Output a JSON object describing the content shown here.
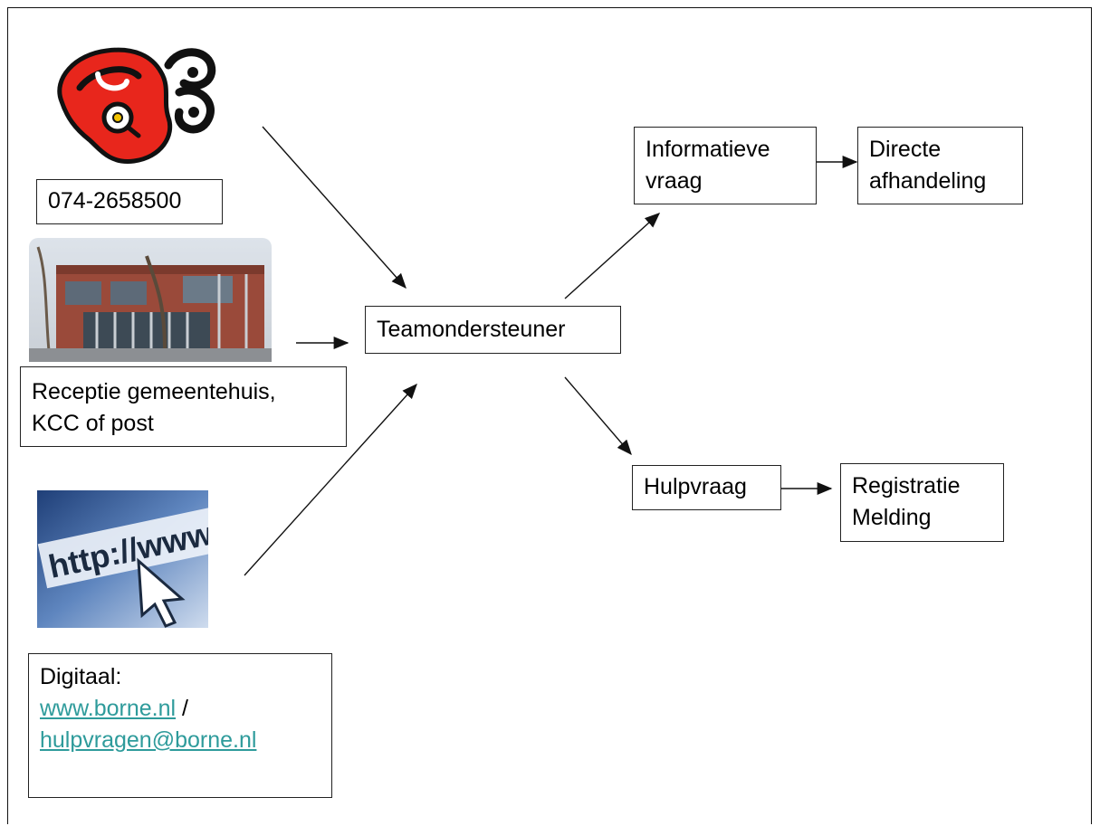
{
  "boxes": {
    "phone": "074-2658500",
    "reception_line1": "Receptie gemeentehuis,",
    "reception_line2": "KCC of post",
    "digital_label": "Digitaal:",
    "digital_web": "www.borne.nl",
    "digital_sep": " /",
    "digital_mail": "hulpvragen@borne.nl",
    "team": "Teamondersteuner",
    "info_line1": "Informatieve",
    "info_line2": "vraag",
    "direct_line1": "Directe",
    "direct_line2": "afhandeling",
    "help": "Hulpvraag",
    "reg_line1": "Registratie",
    "reg_line2": "Melding"
  },
  "images": {
    "logo": "kcc-logo",
    "building": "gemeentehuis-photo",
    "web": "http-www-cursor-image",
    "web_text": "http://www"
  },
  "colors": {
    "logo_red": "#e8261c",
    "link": "#2e9b9b",
    "web_blue": "#2f5a9a"
  }
}
